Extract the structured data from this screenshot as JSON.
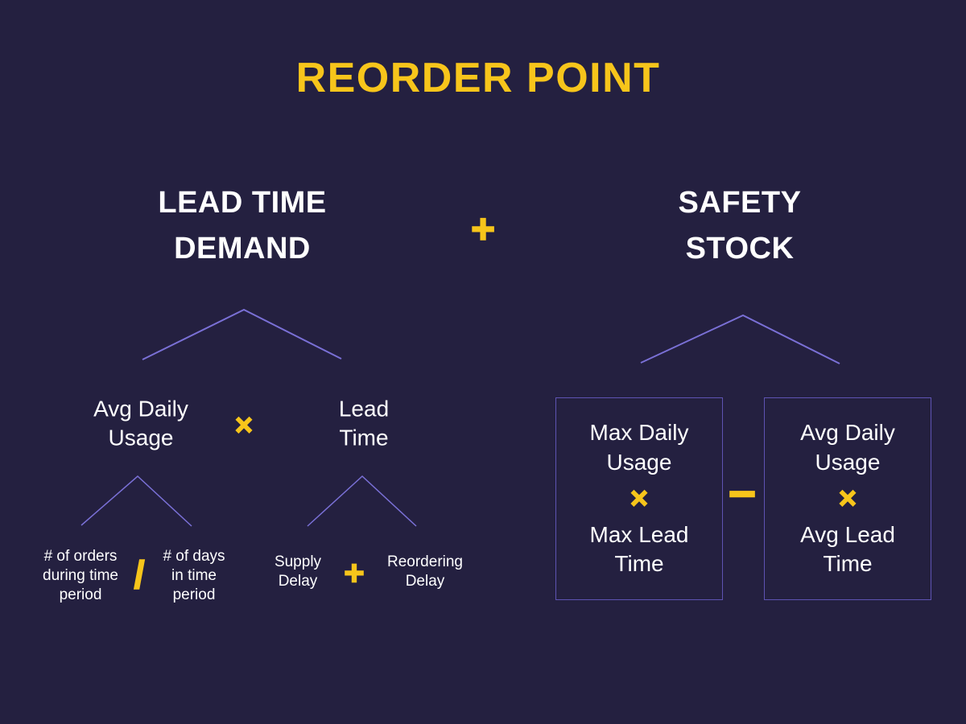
{
  "title": "REORDER POINT",
  "colors": {
    "background": "#242040",
    "accent_yellow": "#F7C51B",
    "branch_line": "#7A70D6",
    "box_border": "#5E53B2",
    "text": "#FFFFFF"
  },
  "nodes": {
    "lead_time_demand": {
      "label": "LEAD TIME\nDEMAND"
    },
    "safety_stock": {
      "label": "SAFETY\nSTOCK"
    },
    "avg_daily_usage": {
      "label": "Avg Daily\nUsage"
    },
    "lead_time": {
      "label": "Lead\nTime"
    },
    "orders_during_period": {
      "label": "# of orders\nduring time\nperiod"
    },
    "days_in_period": {
      "label": "# of days\nin time\nperiod"
    },
    "supply_delay": {
      "label": "Supply\nDelay"
    },
    "reordering_delay": {
      "label": "Reordering\nDelay"
    },
    "max_box": {
      "top": "Max Daily\nUsage",
      "operator": "×",
      "bottom": "Max Lead\nTime"
    },
    "avg_box": {
      "top": "Avg Daily\nUsage",
      "operator": "×",
      "bottom": "Avg Lead\nTime"
    }
  },
  "operators": {
    "plus_main": "+",
    "multiply_left": "×",
    "divide": "/",
    "plus_sub": "+",
    "minus": "−"
  }
}
